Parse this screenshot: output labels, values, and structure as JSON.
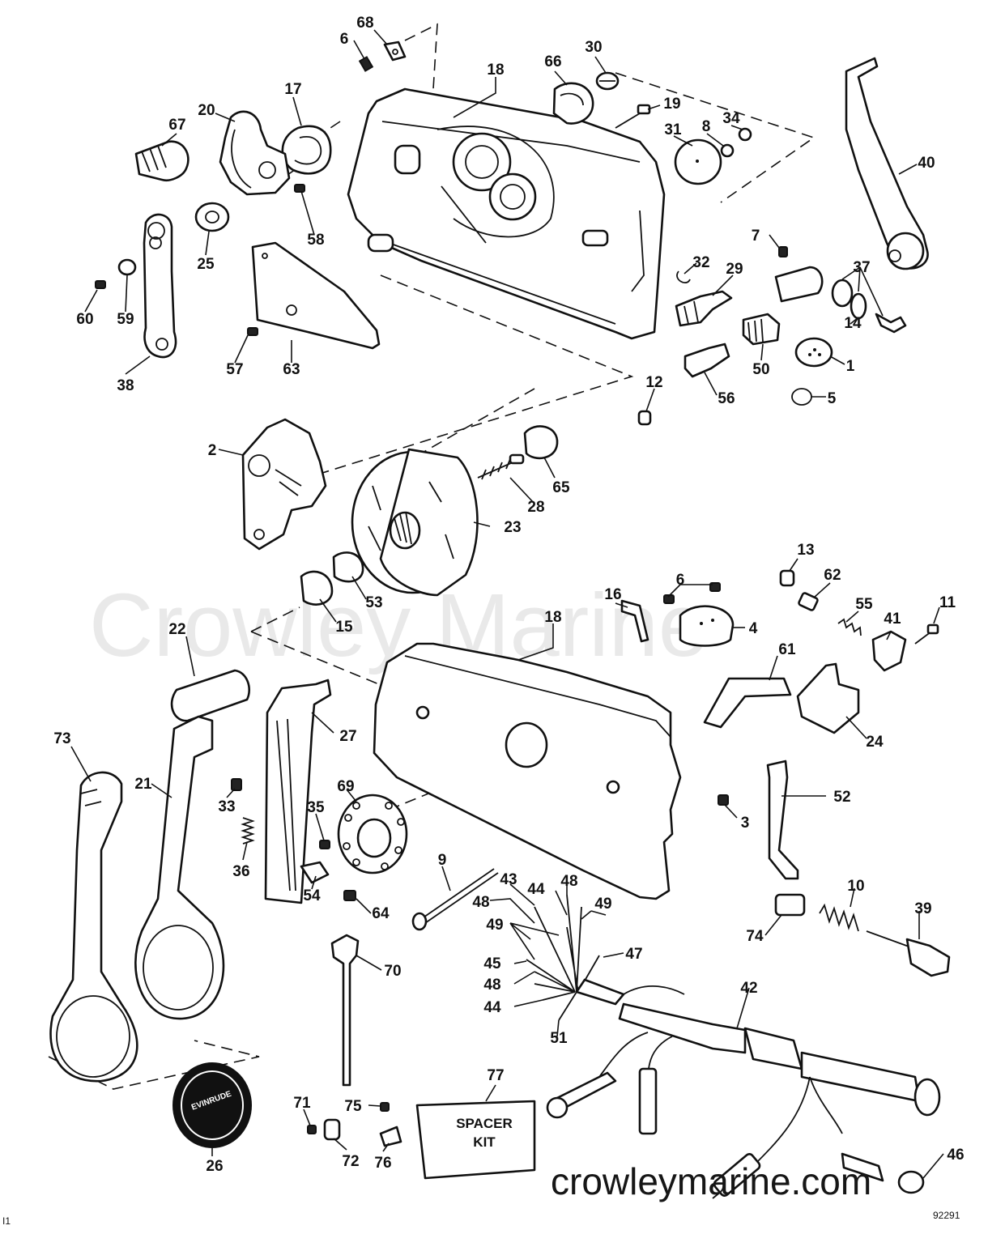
{
  "watermark": {
    "text": "Crowley Marine",
    "url": "crowleymarine.com"
  },
  "figure_number": "92291",
  "corner_mark": "I1",
  "spacer_kit": {
    "line1": "SPACER",
    "line2": "KIT"
  },
  "emblem": {
    "brand": "EVINRUDE"
  },
  "callouts": [
    {
      "id": "c68",
      "label": "68"
    },
    {
      "id": "c6a",
      "label": "6"
    },
    {
      "id": "c18a",
      "label": "18"
    },
    {
      "id": "c66",
      "label": "66"
    },
    {
      "id": "c30",
      "label": "30"
    },
    {
      "id": "c19",
      "label": "19"
    },
    {
      "id": "c8",
      "label": "8"
    },
    {
      "id": "c34",
      "label": "34"
    },
    {
      "id": "c31",
      "label": "31"
    },
    {
      "id": "c40",
      "label": "40"
    },
    {
      "id": "c17",
      "label": "17"
    },
    {
      "id": "c20",
      "label": "20"
    },
    {
      "id": "c67",
      "label": "67"
    },
    {
      "id": "c58",
      "label": "58"
    },
    {
      "id": "c25",
      "label": "25"
    },
    {
      "id": "c60",
      "label": "60"
    },
    {
      "id": "c59",
      "label": "59"
    },
    {
      "id": "c57",
      "label": "57"
    },
    {
      "id": "c63",
      "label": "63"
    },
    {
      "id": "c38",
      "label": "38"
    },
    {
      "id": "c7",
      "label": "7"
    },
    {
      "id": "c32",
      "label": "32"
    },
    {
      "id": "c29",
      "label": "29"
    },
    {
      "id": "c37",
      "label": "37"
    },
    {
      "id": "c14",
      "label": "14"
    },
    {
      "id": "c50",
      "label": "50"
    },
    {
      "id": "c1",
      "label": "1"
    },
    {
      "id": "c56",
      "label": "56"
    },
    {
      "id": "c12",
      "label": "12"
    },
    {
      "id": "c5",
      "label": "5"
    },
    {
      "id": "c2",
      "label": "2"
    },
    {
      "id": "c65",
      "label": "65"
    },
    {
      "id": "c28",
      "label": "28"
    },
    {
      "id": "c23",
      "label": "23"
    },
    {
      "id": "c53",
      "label": "53"
    },
    {
      "id": "c15",
      "label": "15"
    },
    {
      "id": "c13",
      "label": "13"
    },
    {
      "id": "c62",
      "label": "62"
    },
    {
      "id": "c6b",
      "label": "6"
    },
    {
      "id": "c16",
      "label": "16"
    },
    {
      "id": "c55",
      "label": "55"
    },
    {
      "id": "c11",
      "label": "11"
    },
    {
      "id": "c41",
      "label": "41"
    },
    {
      "id": "c4",
      "label": "4"
    },
    {
      "id": "c22",
      "label": "22"
    },
    {
      "id": "c18b",
      "label": "18"
    },
    {
      "id": "c61",
      "label": "61"
    },
    {
      "id": "c24",
      "label": "24"
    },
    {
      "id": "c73",
      "label": "73"
    },
    {
      "id": "c21",
      "label": "21"
    },
    {
      "id": "c27",
      "label": "27"
    },
    {
      "id": "c33",
      "label": "33"
    },
    {
      "id": "c36",
      "label": "36"
    },
    {
      "id": "c69",
      "label": "69"
    },
    {
      "id": "c35",
      "label": "35"
    },
    {
      "id": "c3",
      "label": "3"
    },
    {
      "id": "c52",
      "label": "52"
    },
    {
      "id": "c54",
      "label": "54"
    },
    {
      "id": "c64",
      "label": "64"
    },
    {
      "id": "c9",
      "label": "9"
    },
    {
      "id": "c43",
      "label": "43"
    },
    {
      "id": "c48a",
      "label": "48"
    },
    {
      "id": "c44a",
      "label": "44"
    },
    {
      "id": "c48b",
      "label": "48"
    },
    {
      "id": "c49a",
      "label": "49"
    },
    {
      "id": "c49b",
      "label": "49"
    },
    {
      "id": "c47",
      "label": "47"
    },
    {
      "id": "c45",
      "label": "45"
    },
    {
      "id": "c48c",
      "label": "48"
    },
    {
      "id": "c44b",
      "label": "44"
    },
    {
      "id": "c51",
      "label": "51"
    },
    {
      "id": "c10",
      "label": "10"
    },
    {
      "id": "c39",
      "label": "39"
    },
    {
      "id": "c74",
      "label": "74"
    },
    {
      "id": "c70",
      "label": "70"
    },
    {
      "id": "c42",
      "label": "42"
    },
    {
      "id": "c77",
      "label": "77"
    },
    {
      "id": "c71",
      "label": "71"
    },
    {
      "id": "c75",
      "label": "75"
    },
    {
      "id": "c72",
      "label": "72"
    },
    {
      "id": "c76",
      "label": "76"
    },
    {
      "id": "c26",
      "label": "26"
    },
    {
      "id": "c46",
      "label": "46"
    }
  ]
}
